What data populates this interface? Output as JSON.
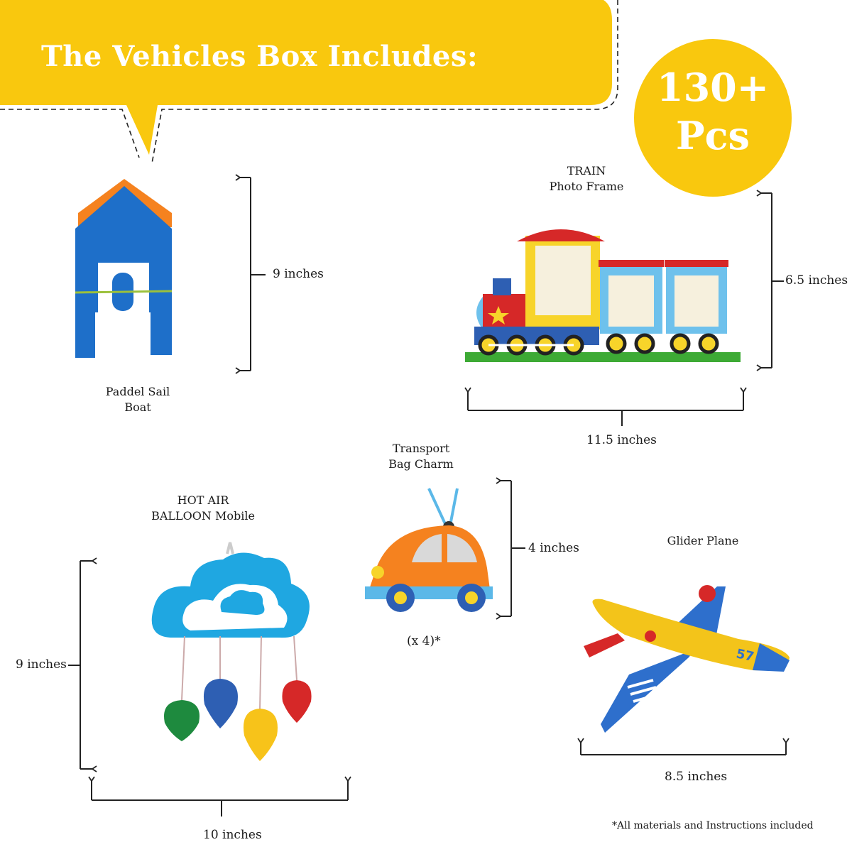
{
  "header": {
    "title": "The Vehicles Box Includes:",
    "colors": {
      "banner": "#F9C80E",
      "text": "#ffffff"
    }
  },
  "badge": {
    "line1": "130+",
    "line2": "Pcs"
  },
  "items": {
    "boat": {
      "name_line1": "Paddel Sail",
      "name_line2": "Boat",
      "height": "9 inches"
    },
    "train": {
      "name_line1": "TRAIN",
      "name_line2": "Photo Frame",
      "height": "6.5 inches",
      "width": "11.5  inches"
    },
    "charm": {
      "name_line1": "Transport",
      "name_line2": "Bag Charm",
      "height": "4 inches",
      "quantity": "(x 4)*"
    },
    "balloon": {
      "name_line1": "HOT AIR",
      "name_line2": "BALLOON Mobile",
      "height": "9 inches",
      "width": "10  inches"
    },
    "plane": {
      "name": "Glider Plane",
      "width": "8.5  inches",
      "tail_number": "57"
    }
  },
  "footnote": "*All materials and Instructions included",
  "icons": [
    "speech-bubble-icon",
    "dimension-arrow-icon",
    "star-icon"
  ]
}
